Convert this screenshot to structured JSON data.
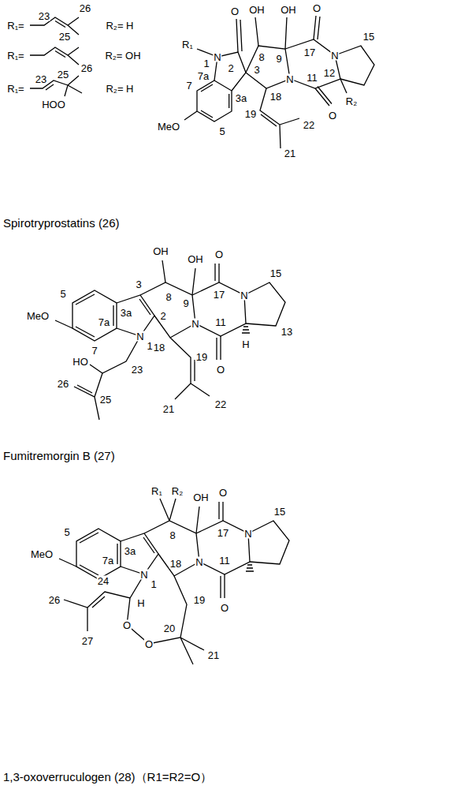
{
  "diagram": {
    "labels": [
      "R₁=",
      "23",
      "26",
      "25",
      "R₂= H",
      "R₁=",
      "R₂= OH",
      "R₁=",
      "23",
      "26",
      "25",
      "HOO",
      "R₂= H",
      "R₁",
      "N",
      "1",
      "2",
      "O",
      "OH",
      "8",
      "OH",
      "9",
      "O",
      "17",
      "N",
      "15",
      "3",
      "7a",
      "7",
      "3a",
      "18",
      "N",
      "11",
      "12",
      "R₂",
      "O",
      "19",
      "22",
      "21",
      "MeO",
      "5",
      "Spirotryprostatins (26)",
      "5",
      "MeO",
      "OH",
      "OH",
      "O",
      "3a",
      "3",
      "8",
      "9",
      "17",
      "N",
      "15",
      "7",
      "7a",
      "N",
      "1",
      "2",
      "18",
      "N",
      "11",
      "13",
      "O",
      "H",
      "HO",
      "23",
      "19",
      "25",
      "26",
      "21",
      "22",
      "Fumitremorgin B (27)",
      "5",
      "MeO",
      "R₁",
      "R₂",
      "OH",
      "O",
      "15",
      "3a",
      "8",
      "17",
      "N",
      "7a",
      "1",
      "N",
      "18",
      "N",
      "11",
      "24",
      "H",
      "O",
      "19",
      "O",
      "20",
      "O",
      "21",
      "26",
      "27",
      "1,3-oxoverruculogen (28)（R1=R2=O）"
    ]
  }
}
